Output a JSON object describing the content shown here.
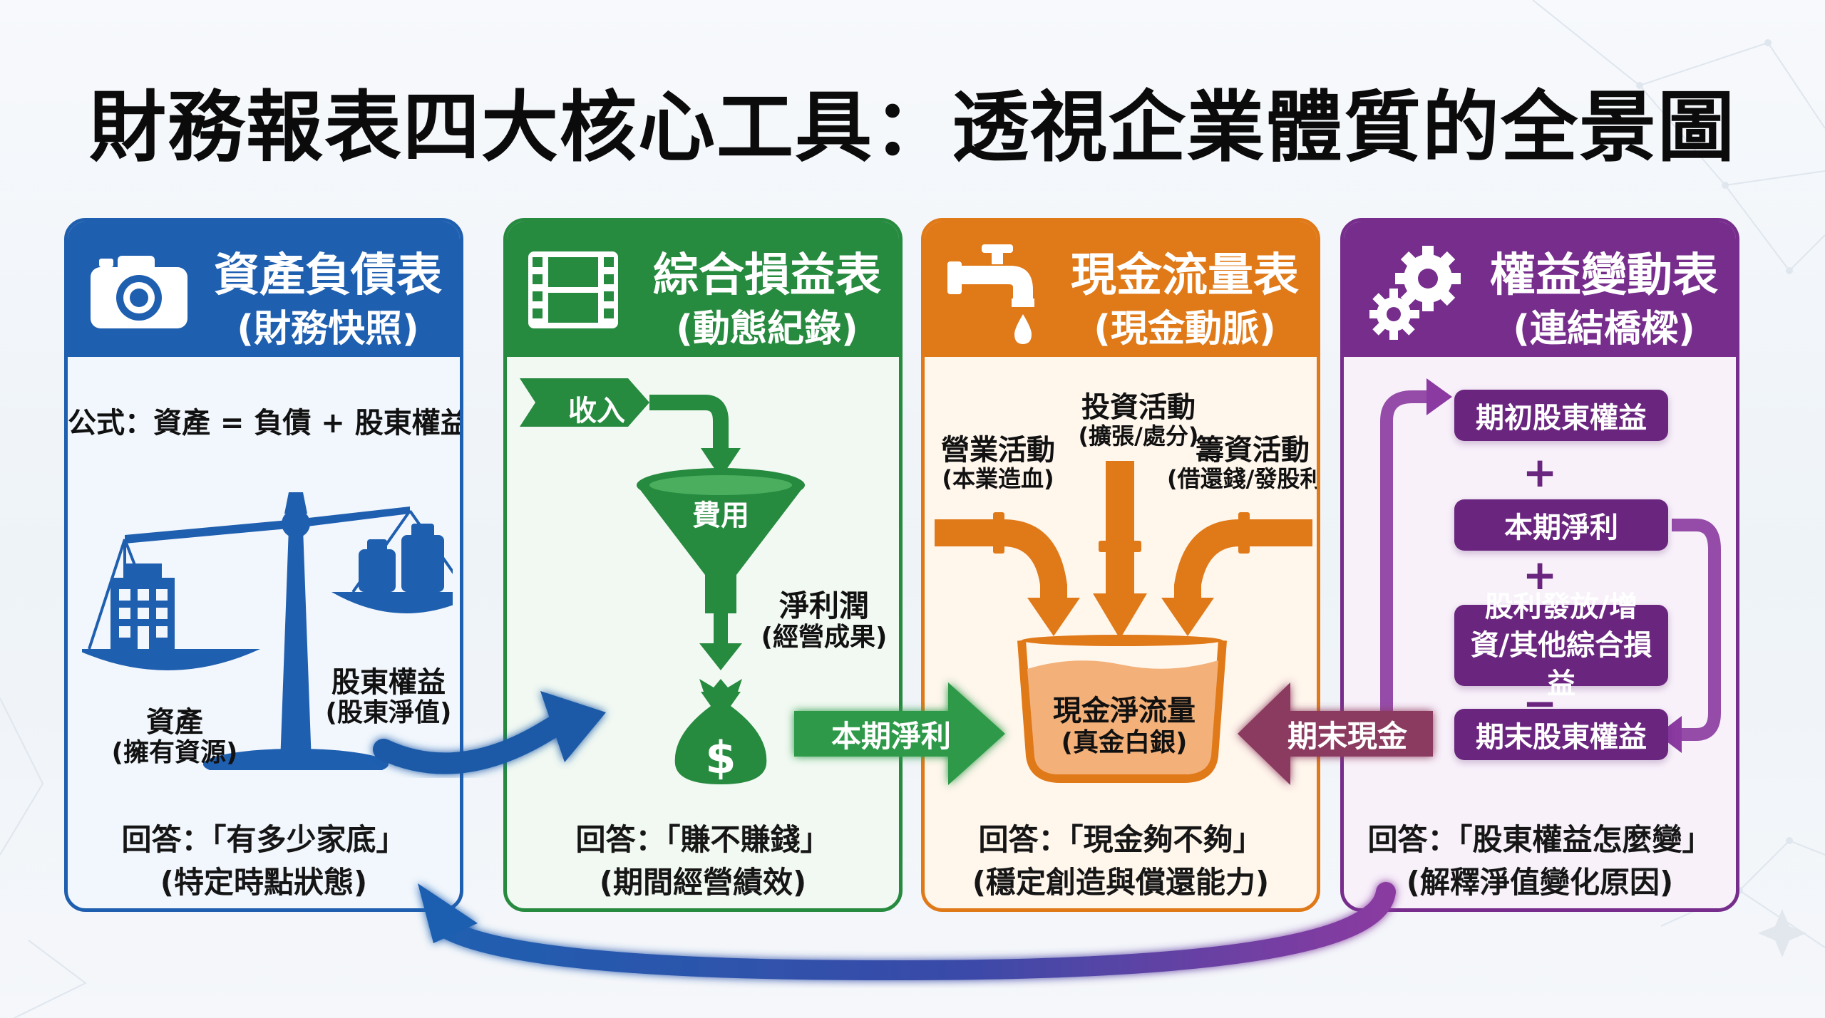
{
  "title": "財務報表四大核心工具：透視企業體質的全景圖",
  "panels": {
    "balance_sheet": {
      "title": "資產負債表",
      "subtitle": "(財務快照)",
      "icon": "camera-icon",
      "color": "#1f5fb0",
      "formula": "公式：資產 = 負債 + 股東權益",
      "left_label": "資產",
      "left_sub": "(擁有資源)",
      "right_label": "股東權益",
      "right_sub": "(股東淨值)",
      "answer_line1": "回答：「有多少家底」",
      "answer_line2": "(特定時點狀態)"
    },
    "income_statement": {
      "title": "綜合損益表",
      "subtitle": "(動態紀錄)",
      "icon": "film-strip-icon",
      "color": "#268a3f",
      "revenue": "收入",
      "expense": "費用",
      "net_profit": "淨利潤",
      "net_profit_sub": "(經營成果)",
      "arrow_label": "本期淨利",
      "answer_line1": "回答：「賺不賺錢」",
      "answer_line2": "(期間經營績效)"
    },
    "cash_flow": {
      "title": "現金流量表",
      "subtitle": "(現金動脈)",
      "icon": "faucet-icon",
      "color": "#e07918",
      "operating": "營業活動",
      "operating_sub": "(本業造血)",
      "investing": "投資活動",
      "investing_sub": "(擴張/處分)",
      "financing": "籌資活動",
      "financing_sub": "(借還錢/發股利)",
      "net_flow": "現金淨流量",
      "net_flow_sub": "(真金白銀)",
      "answer_line1": "回答：「現金夠不夠」",
      "answer_line2": "(穩定創造與償還能力)"
    },
    "equity_changes": {
      "title": "權益變動表",
      "subtitle": "(連結橋樑)",
      "icon": "gears-icon",
      "color": "#762d8c",
      "opening_equity": "期初股東權益",
      "plus1": "+",
      "net_income": "本期淨利",
      "plus2": "+",
      "dividends": "股利發放/增資/其他綜合損益",
      "minus": "−",
      "closing_equity": "期末股東權益",
      "ending_cash": "期末現金",
      "answer_line1": "回答：「股東權益怎麼變」",
      "answer_line2": "(解釋淨值變化原因)"
    }
  }
}
